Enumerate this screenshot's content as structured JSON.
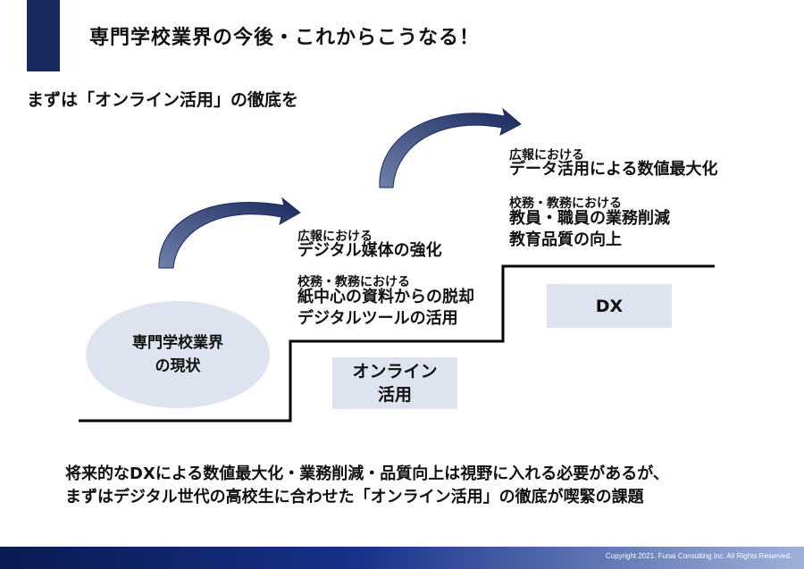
{
  "header": {
    "title": "専門学校業界の今後・これからこうなる！",
    "subtitle": "まずは「オンライン活用」の徹底を"
  },
  "diagram": {
    "current_state": {
      "line1": "専門学校業界",
      "line2": "の現状"
    },
    "step1": {
      "pr_label": "広報における",
      "pr_item": "デジタル媒体の強化",
      "school_label": "校務・教務における",
      "school_items": [
        "紙中心の資料からの脱却",
        "デジタルツールの活用"
      ],
      "box": {
        "line1": "オンライン",
        "line2": "活用"
      }
    },
    "step2": {
      "pr_label": "広報における",
      "pr_item": "データ活用による数値最大化",
      "school_label": "校務・教務における",
      "school_items": [
        "教員・職員の業務削減",
        "教育品質の向上"
      ],
      "box": {
        "line1": "DX"
      }
    },
    "colors": {
      "ellipse": "#dde4ef",
      "box": "#dde4ef",
      "arrow_dark": "#1b2a5e",
      "arrow_light": "#6f80aa",
      "accent": "#1b2a5e"
    }
  },
  "conclusion": {
    "line1": "将来的なDXによる数値最大化・業務削減・品質向上は視野に入れる必要があるが、",
    "line2": "まずはデジタル世代の高校生に合わせた「オンライン活用」の徹底が喫緊の課題"
  },
  "footer": {
    "copyright": "Copyright 2021. Funai Consulting Inc. All Rights Reserved."
  }
}
